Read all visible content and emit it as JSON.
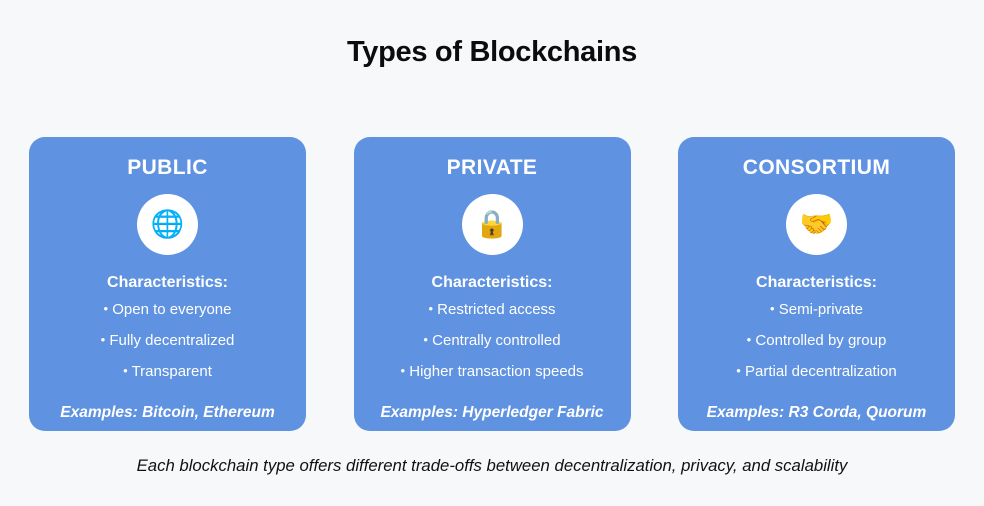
{
  "page": {
    "title": "Types of Blockchains",
    "background_color": "#f7f8fa",
    "card_color": "#5f92e0",
    "card_text_color": "#ffffff",
    "title_color": "#0c0c0e"
  },
  "cards": [
    {
      "title": "PUBLIC",
      "icon": "globe-icon",
      "icon_glyph": "🌐",
      "characteristics_label": "Characteristics:",
      "bullets": [
        "Open to everyone",
        "Fully decentralized",
        "Transparent"
      ],
      "examples": "Examples: Bitcoin, Ethereum"
    },
    {
      "title": "PRIVATE",
      "icon": "lock-icon",
      "icon_glyph": "🔒",
      "characteristics_label": "Characteristics:",
      "bullets": [
        "Restricted access",
        "Centrally controlled",
        "Higher transaction speeds"
      ],
      "examples": "Examples: Hyperledger Fabric"
    },
    {
      "title": "CONSORTIUM",
      "icon": "handshake-icon",
      "icon_glyph": "🤝",
      "characteristics_label": "Characteristics:",
      "bullets": [
        "Semi-private",
        "Controlled by group",
        "Partial decentralization"
      ],
      "examples": "Examples: R3 Corda, Quorum"
    }
  ],
  "footer": {
    "caption": "Each blockchain type offers different trade-offs between decentralization, privacy, and scalability"
  },
  "bullet_symbol": "•"
}
